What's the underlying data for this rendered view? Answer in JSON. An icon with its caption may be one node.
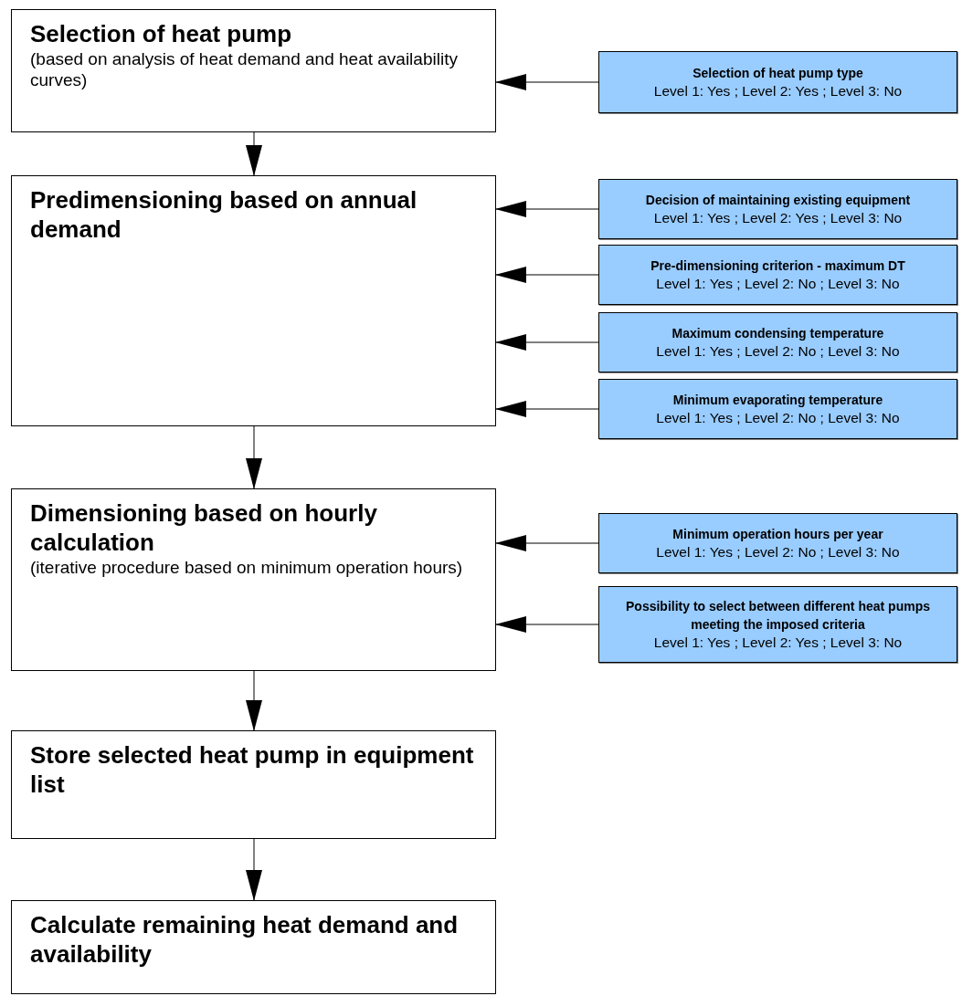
{
  "diagram": {
    "nodes": [
      {
        "text": [
          "Selection of heat pump",
          "(based on analysis of heat demand and heat availability curves)"
        ]
      },
      {
        "text": [
          "Predimensioning based on annual demand"
        ]
      },
      {
        "text": [
          "Dimensioning based on hourly calculation",
          "(iterative procedure based on minimum operation hours)"
        ]
      },
      {
        "text": [
          "Store selected heat pump in equipment list"
        ]
      },
      {
        "text": [
          "Calculate remaining heat demand and availability"
        ]
      },
      {
        "text": [
          "Selection of heat pump type",
          "Level 1: Yes ; Level 2: Yes ; Level 3: No"
        ]
      },
      {
        "text": [
          "Decision of maintaining existing equipment",
          "Level 1: Yes ; Level 2: Yes ; Level 3: No"
        ]
      },
      {
        "text": [
          "Pre-dimensioning criterion - maximum DT",
          "Level 1: Yes ; Level 2: No ; Level 3: No"
        ]
      },
      {
        "text": [
          "Maximum condensing temperature",
          "Level 1: Yes ; Level 2: No ; Level 3: No"
        ]
      },
      {
        "text": [
          "Minimum evaporating temperature",
          "Level 1: Yes ; Level 2: No ; Level 3: No"
        ]
      },
      {
        "text": [
          "Minimum operation hours per year",
          "Level 1: Yes ; Level 2: No ; Level 3: No"
        ]
      },
      {
        "text": [
          "Possibility to select between different heat pumps meeting the imposed criteria",
          "Level 1: Yes ; Level 2: Yes ; Level 3: No"
        ]
      }
    ],
    "edges": [
      {
        "from": 0,
        "to": 1,
        "arrow": "to"
      },
      {
        "from": 1,
        "to": 2,
        "arrow": "to"
      },
      {
        "from": 2,
        "to": 3,
        "arrow": "to"
      },
      {
        "from": 3,
        "to": 4,
        "arrow": "to"
      },
      {
        "from": 5,
        "to": 0,
        "arrow": "to"
      },
      {
        "from": 6,
        "to": 1,
        "arrow": "to"
      },
      {
        "from": 7,
        "to": 1,
        "arrow": "to"
      },
      {
        "from": 8,
        "to": 1,
        "arrow": "to"
      },
      {
        "from": 9,
        "to": 1,
        "arrow": "to"
      },
      {
        "from": 10,
        "to": 2,
        "arrow": "to"
      },
      {
        "from": 11,
        "to": 2,
        "arrow": "to"
      }
    ]
  }
}
